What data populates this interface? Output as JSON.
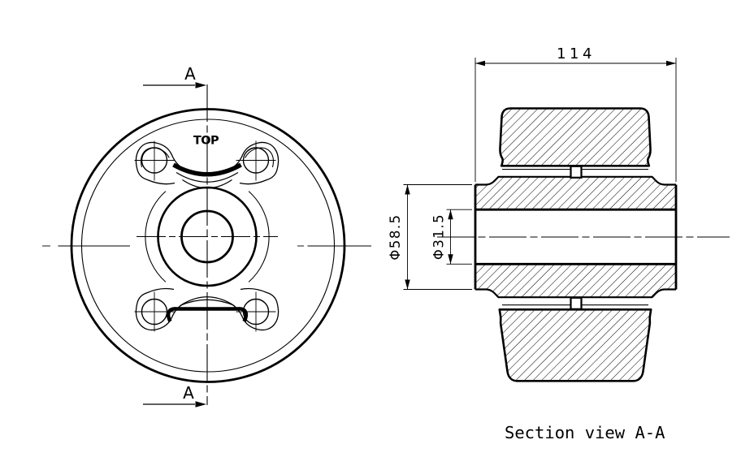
{
  "drawing": {
    "caption": "Section view A-A",
    "labels": {
      "section_top": "A",
      "section_bottom": "A",
      "orientation": "TOP"
    },
    "dimensions": {
      "overall_length": "114",
      "hub_outer_diameter": "Φ58.5",
      "bore_diameter": "Φ31.5"
    },
    "colors": {
      "line": "#000000",
      "background": "#ffffff"
    }
  }
}
